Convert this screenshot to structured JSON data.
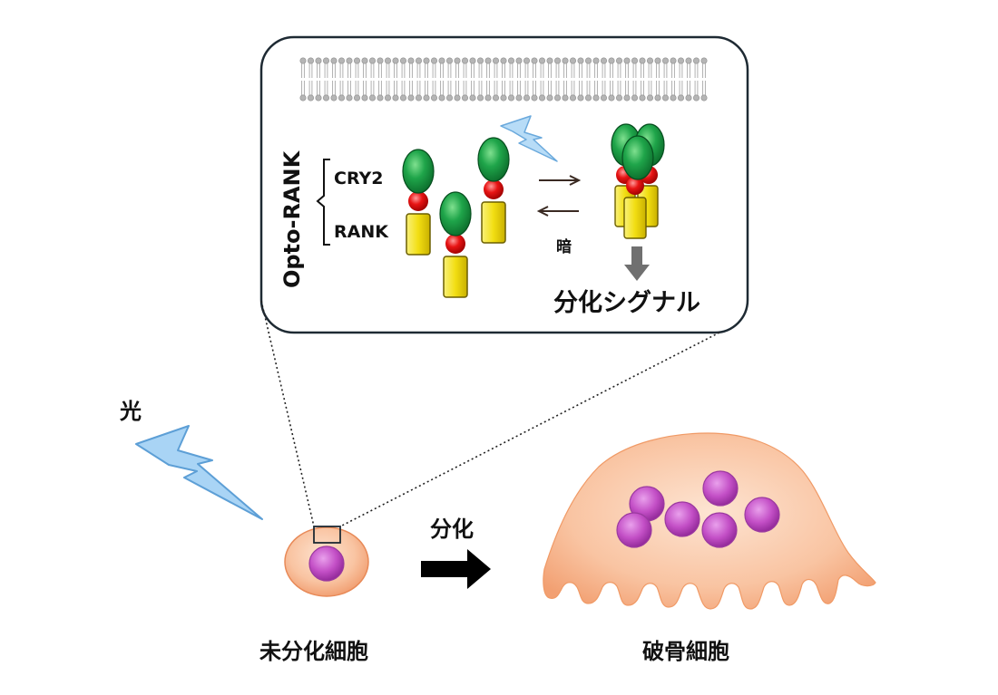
{
  "panel": {
    "construct_label": "Opto-RANK",
    "cry2_label": "CRY2",
    "rank_label": "RANK",
    "dark_label": "暗",
    "signal_label": "分化シグナル"
  },
  "scene": {
    "light_label": "光",
    "differentiation_label": "分化",
    "undifferentiated_cell_label": "未分化細胞",
    "osteoclast_label": "破骨細胞"
  },
  "colors": {
    "cry2": "#1f9e45",
    "linker": "#e01a1a",
    "rank": "#f2e020",
    "nucleus": "#c054c0",
    "cell_body": "#f7b58c",
    "lightning": "#a9d4f5"
  }
}
